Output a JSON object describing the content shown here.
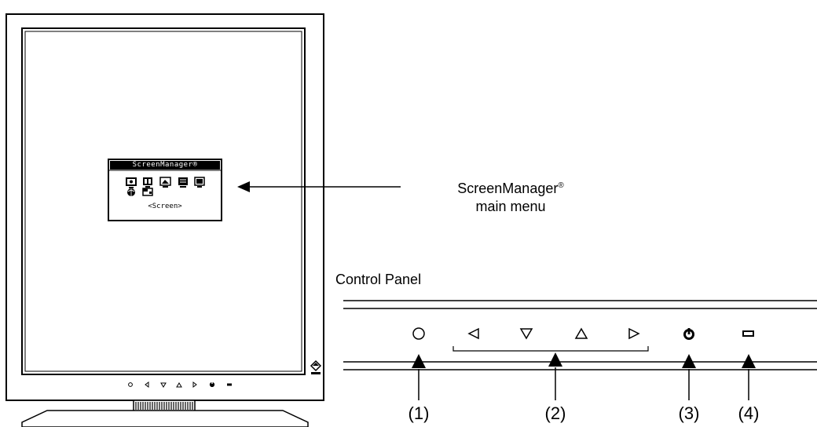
{
  "osd": {
    "title": "ScreenManager®",
    "footer": "<Screen>",
    "icons": [
      "screen-icon",
      "color-icon",
      "power-manager-icon",
      "others-icon",
      "information-icon",
      "language-icon",
      "pinp-icon"
    ]
  },
  "callout": {
    "title": "ScreenManager",
    "registered": "®",
    "subtitle": "main menu"
  },
  "control_panel": {
    "title": "Control Panel",
    "buttons": [
      {
        "symbol": "○",
        "icon": "enter-icon"
      },
      {
        "symbol": "◁",
        "icon": "left-arrow-icon"
      },
      {
        "symbol": "▽",
        "icon": "down-arrow-icon"
      },
      {
        "symbol": "△",
        "icon": "up-arrow-icon"
      },
      {
        "symbol": "▷",
        "icon": "right-arrow-icon"
      },
      {
        "symbol": "⏻",
        "icon": "power-icon"
      },
      {
        "symbol": "▭",
        "icon": "power-indicator-icon"
      }
    ],
    "numbers": [
      "(1)",
      "(2)",
      "(3)",
      "(4)"
    ]
  }
}
